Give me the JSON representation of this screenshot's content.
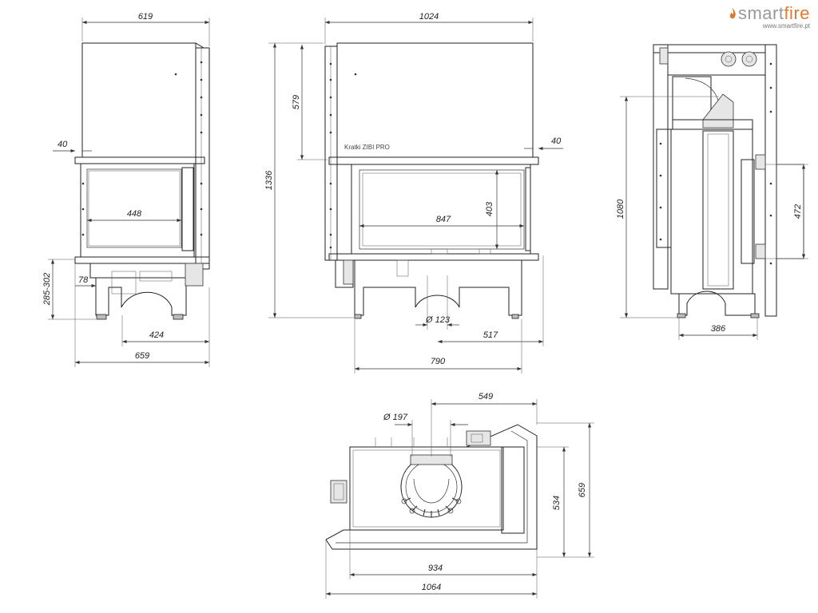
{
  "brand": {
    "name_a": "smart",
    "name_b": "fire",
    "url": "www.smartfire.pt",
    "color_main": "#9a9a9a",
    "color_accent": "#e07a2e"
  },
  "product_label": "Kratki ZIBI PRO",
  "dimensions": {
    "front_view": {
      "top_width": "619",
      "step": "40",
      "door_width": "448",
      "leg_height": "285-302",
      "leg_offset": "78",
      "base_inner": "424",
      "base_total": "659"
    },
    "side_view": {
      "top_width": "1024",
      "upper_height": "579",
      "total_height": "1336",
      "step": "40",
      "glass_width": "847",
      "glass_height": "403",
      "flue_diameter": "Ø 123",
      "half_base": "517",
      "base_width": "790"
    },
    "profile_view": {
      "total_height": "1080",
      "back_height": "472",
      "base_depth": "386"
    },
    "top_view": {
      "offset": "549",
      "flue_diameter": "Ø 197",
      "depth_inner": "534",
      "depth_total": "659",
      "width_inner": "934",
      "width_total": "1064"
    }
  }
}
